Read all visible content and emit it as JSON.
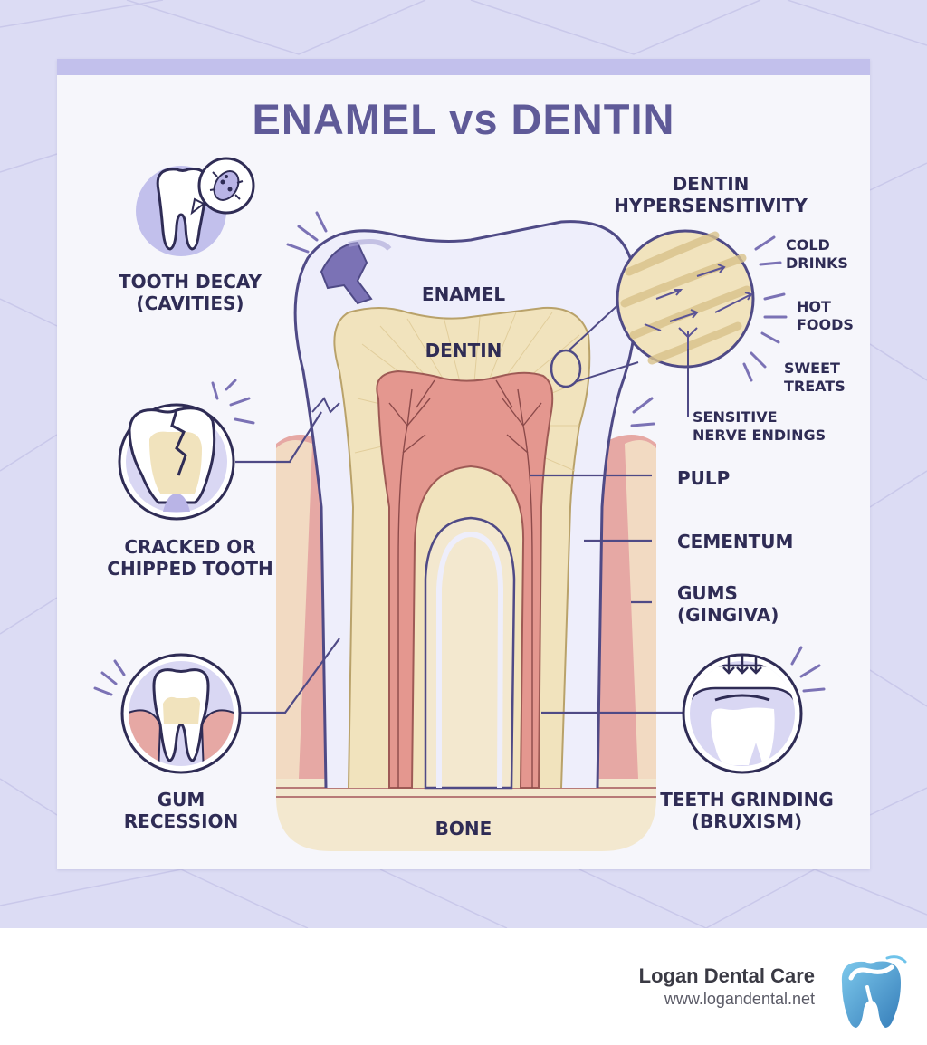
{
  "title": "ENAMEL vs DENTIN",
  "labels": {
    "enamel": "ENAMEL",
    "dentin": "DENTIN",
    "bone": "BONE",
    "pulp": "PULP",
    "cementum": "CEMENTUM",
    "gums": [
      "GUMS",
      "(GINGIVA)"
    ],
    "dentin_hypersensitivity": [
      "DENTIN",
      "HYPERSENSITIVITY"
    ],
    "cold_drinks": [
      "COLD",
      "DRINKS"
    ],
    "hot_foods": [
      "HOT",
      "FOODS"
    ],
    "sweet_treats": [
      "SWEET",
      "TREATS"
    ],
    "sensitive_nerve_endings": [
      "SENSITIVE",
      "NERVE ENDINGS"
    ]
  },
  "conditions": {
    "tooth_decay": [
      "TOOTH DECAY",
      "(CAVITIES)"
    ],
    "cracked_tooth": [
      "CRACKED OR",
      "CHIPPED TOOTH"
    ],
    "gum_recession": [
      "GUM",
      "RECESSION"
    ],
    "teeth_grinding": [
      "TEETH GRINDING",
      "(BRUXISM)"
    ]
  },
  "icons": [
    "bacteria-icon",
    "cracked-tooth-icon",
    "gum-recession-icon",
    "grinding-tooth-icon",
    "tooth-logo-icon"
  ],
  "brand": {
    "name": "Logan Dental Care",
    "url": "www.logandental.net"
  },
  "colors": {
    "title": "#5f5a98",
    "enamel": "#eeeefb",
    "dentin": "#f1e3bd",
    "pulp": "#e4978f",
    "gums": "#e6a8a4",
    "outline": "#4f4a86",
    "background": "#dcdcf4"
  }
}
